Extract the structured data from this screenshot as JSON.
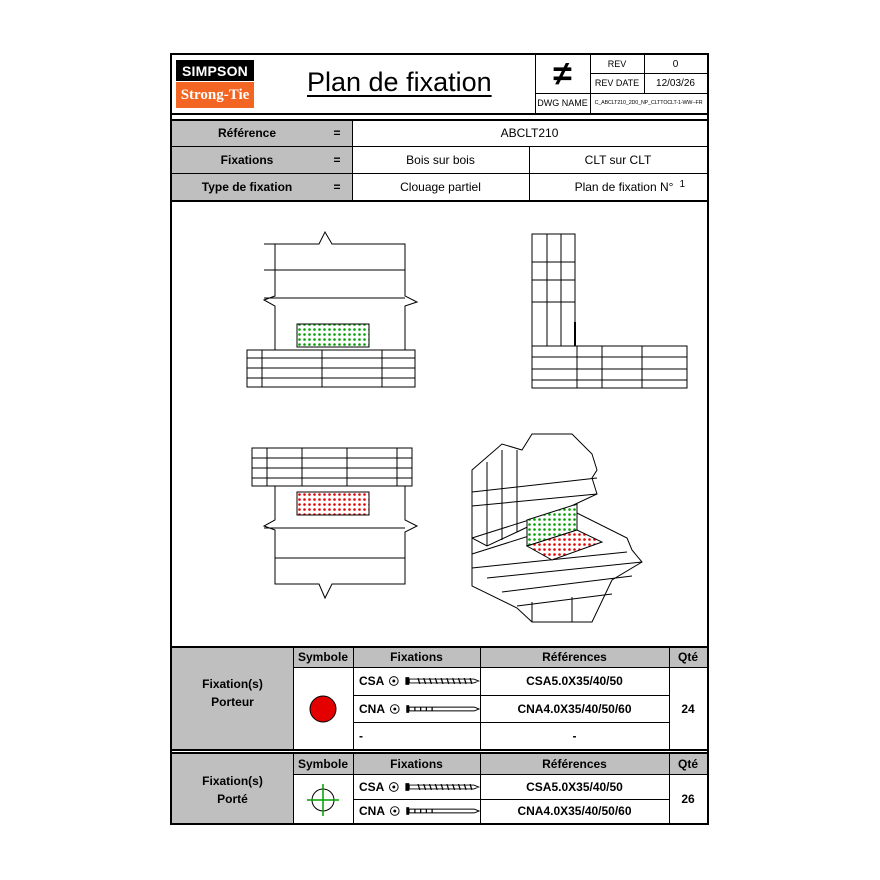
{
  "header": {
    "logo_top": "SIMPSON",
    "logo_bottom": "Strong-Tie",
    "title": "Plan de fixation",
    "rev_label": "REV",
    "rev_value": "0",
    "rev_date_label": "REV DATE",
    "rev_date_value": "12/03/26",
    "dwg_name_label": "DWG NAME",
    "dwg_name_value": "C_ABCLT210_2D0_NP_CLTTOCLT-1-WW--FR",
    "symbol": "≠"
  },
  "info": {
    "reference_label": "Référence",
    "reference_value": "ABCLT210",
    "fixations_label": "Fixations",
    "fixations_value_1": "Bois sur bois",
    "fixations_value_2": "CLT sur CLT",
    "type_label": "Type de fixation",
    "type_value_1": "Clouage partiel",
    "type_value_2": "Plan de fixation N°",
    "type_value_2_num": "1",
    "equals": "="
  },
  "table1": {
    "group_label_1": "Fixation(s)",
    "group_label_2": "Porteur",
    "headers": {
      "symbole": "Symbole",
      "fixations": "Fixations",
      "references": "Références",
      "qte": "Qté"
    },
    "rows": [
      {
        "type": "CSA",
        "reference": "CSA5.0X35/40/50"
      },
      {
        "type": "CNA",
        "reference": "CNA4.0X35/40/50/60"
      },
      {
        "type": "-",
        "reference": "-"
      }
    ],
    "qty": "24",
    "symbol_color": "#e50000"
  },
  "table2": {
    "group_label_1": "Fixation(s)",
    "group_label_2": "Porté",
    "headers": {
      "symbole": "Symbole",
      "fixations": "Fixations",
      "references": "Références",
      "qte": "Qté"
    },
    "rows": [
      {
        "type": "CSA",
        "reference": "CSA5.0X35/40/50"
      },
      {
        "type": "CNA",
        "reference": "CNA4.0X35/40/50/60"
      }
    ],
    "qty": "26",
    "symbol_color": "#00a000"
  },
  "colors": {
    "header_gray": "#bfbfbf",
    "logo_orange": "#f26522",
    "porteur_red": "#e50000",
    "porte_green": "#00a000"
  }
}
